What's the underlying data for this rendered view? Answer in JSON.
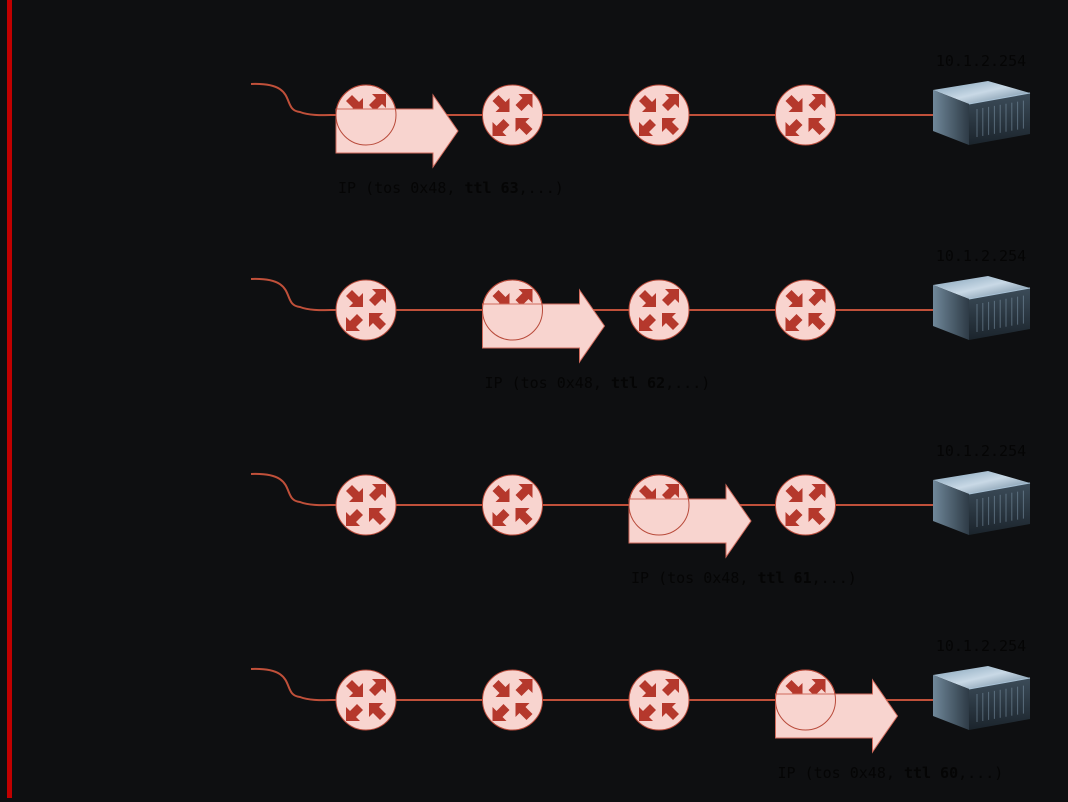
{
  "colors": {
    "background": "#0e0f11",
    "accent_bar": "#c00000",
    "link": "#c0503a",
    "router_fill": "#f8d4cf",
    "router_stroke": "#b84a3a",
    "router_arrow": "#b5382c",
    "packet_fill": "#f8d4cf",
    "packet_stroke": "#d06a5c",
    "label_text": "#050505"
  },
  "rows": [
    {
      "server_label": "10.1.2.254",
      "packet_hop": 0,
      "packet_label": {
        "prefix": "IP (tos 0x48, ",
        "ttl_word": "ttl 63",
        "suffix": ",...)"
      }
    },
    {
      "server_label": "10.1.2.254",
      "packet_hop": 1,
      "packet_label": {
        "prefix": "IP (tos 0x48, ",
        "ttl_word": "ttl 62",
        "suffix": ",...)"
      }
    },
    {
      "server_label": "10.1.2.254",
      "packet_hop": 2,
      "packet_label": {
        "prefix": "IP (tos 0x48, ",
        "ttl_word": "ttl 61",
        "suffix": ",...)"
      }
    },
    {
      "server_label": "10.1.2.254",
      "packet_hop": 3,
      "packet_label": {
        "prefix": "IP (tos 0x48, ",
        "ttl_word": "ttl 60",
        "suffix": ",...)"
      }
    }
  ],
  "router_count": 4,
  "icons": {
    "router": "router-icon",
    "server": "server-icon",
    "packet": "packet-arrow-icon"
  }
}
